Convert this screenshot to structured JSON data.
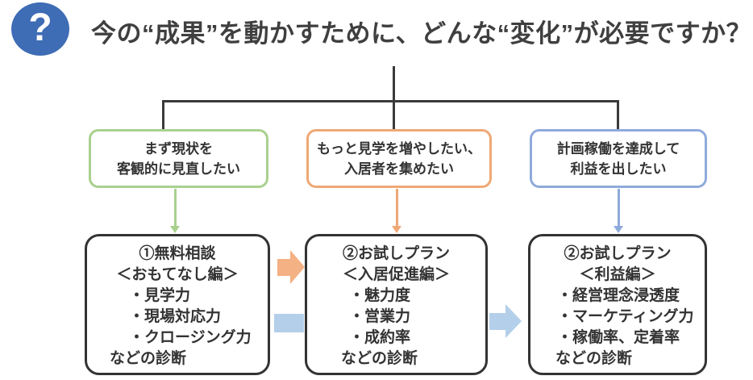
{
  "title": {
    "icon_glyph": "?",
    "text": "今の“成果”を動かすために、どんな“変化”が必要ですか？"
  },
  "colors": {
    "green": "#A9D18E",
    "orange": "#F0A875",
    "blue": "#8FAADC",
    "arrow_orange": "#F4B183",
    "arrow_blue": "#B4CFEA",
    "connector_line": "#3A3A3A",
    "icon_bg": "#3E6CB5",
    "text": "#333333"
  },
  "branches": [
    {
      "need": [
        "まず現状を",
        "客観的に見直したい"
      ],
      "plan": {
        "heading": "①無料相談",
        "subheading": "＜おもてなし編＞",
        "items": [
          "・見学力",
          "・現場対応力",
          "・クロージング力"
        ],
        "footer": "などの診断"
      }
    },
    {
      "need": [
        "もっと見学を増やしたい、",
        "入居者を集めたい"
      ],
      "plan": {
        "heading": "②お試しプラン",
        "subheading": "＜入居促進編＞",
        "items": [
          "・魅力度",
          "・営業力",
          "・成約率"
        ],
        "footer": "などの診断"
      }
    },
    {
      "need": [
        "計画稼働を達成して",
        "利益を出したい"
      ],
      "plan": {
        "heading": "②お試しプラン",
        "subheading": "＜利益編＞",
        "items": [
          "・経営理念浸透度",
          "・マーケティング力",
          "・稼働率、定着率"
        ],
        "footer": "などの診断"
      }
    }
  ]
}
